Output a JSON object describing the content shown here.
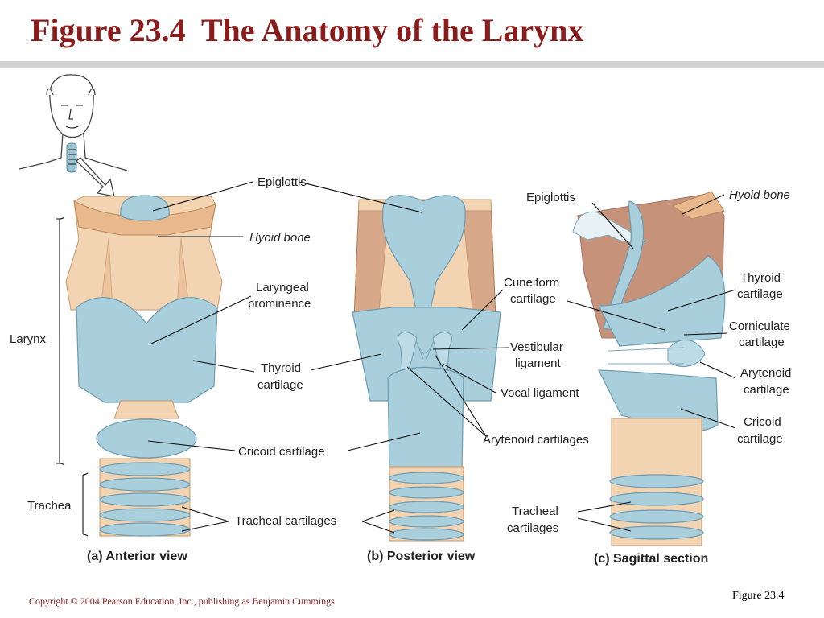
{
  "slide": {
    "title": "Figure 23.4  The Anatomy of the Larynx",
    "footer_copyright": "Copyright © 2004 Pearson Education, Inc., publishing as Benjamin Cummings",
    "footer_figure": "Figure 23.4"
  },
  "panels": {
    "anterior": {
      "caption": "(a) Anterior view",
      "labels": {
        "epiglottis": "Epiglottis",
        "hyoid_bone": "Hyoid bone",
        "laryngeal_prominence": [
          "Laryngeal",
          "prominence"
        ],
        "thyroid_cartilage": [
          "Thyroid",
          "cartilage"
        ],
        "cricoid_cartilage": "Cricoid cartilage",
        "tracheal_cartilages": "Tracheal cartilages",
        "larynx": "Larynx",
        "trachea": "Trachea"
      }
    },
    "posterior": {
      "caption": "(b) Posterior view",
      "labels": {
        "cuneiform_cartilage": [
          "Cuneiform",
          "cartilage"
        ],
        "vestibular_ligament": [
          "Vestibular",
          "ligament"
        ],
        "vocal_ligament": "Vocal ligament",
        "arytenoid_cartilages": "Arytenoid cartilages"
      }
    },
    "sagittal": {
      "caption": "(c) Sagittal section",
      "labels": {
        "epiglottis": "Epiglottis",
        "hyoid_bone": "Hyoid bone",
        "thyroid_cartilage": [
          "Thyroid",
          "cartilage"
        ],
        "corniculate_cartilage": [
          "Corniculate",
          "cartilage"
        ],
        "arytenoid_cartilage": [
          "Arytenoid",
          "cartilage"
        ],
        "cricoid_cartilage": [
          "Cricoid",
          "cartilage"
        ],
        "tracheal_cartilages": [
          "Tracheal",
          "cartilages"
        ]
      }
    }
  },
  "colors": {
    "title": "#8b1c1c",
    "rule": "#d2d2d2",
    "cartilage_blue": "#a9cfdc",
    "ligament_tan": "#e9b98d",
    "muscle_brown": "#b8775a"
  }
}
